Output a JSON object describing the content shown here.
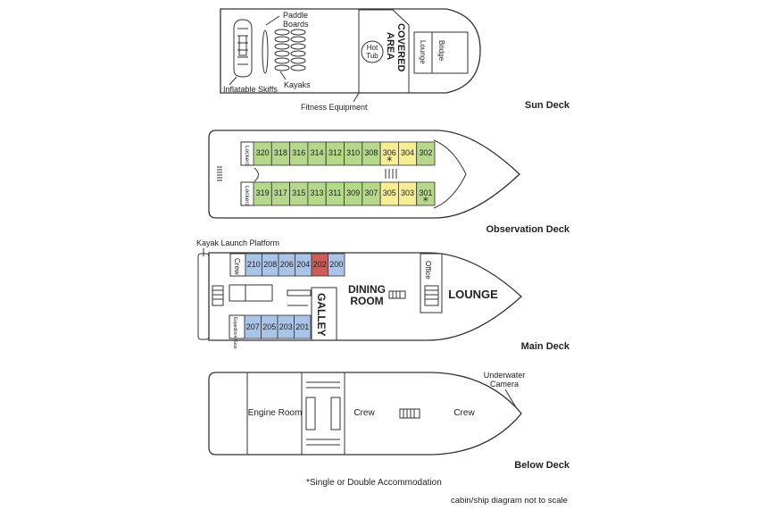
{
  "colors": {
    "green": "#b5d88b",
    "yellow": "#f7ee94",
    "blue": "#a9c4e6",
    "red": "#d05a56",
    "outline": "#333333"
  },
  "sun_deck": {
    "title": "Sun Deck",
    "paddle_boards_line1": "Paddle",
    "paddle_boards_line2": "Boards",
    "inflatable_skiffs": "Inflatable Skiffs",
    "kayaks": "Kayaks",
    "fitness_equipment": "Fitness Equipment",
    "hot_tub_line1": "Hot",
    "hot_tub_line2": "Tub",
    "covered_line1": "COVERED",
    "covered_line2": "AREA",
    "lounge": "Lounge",
    "bridge": "Bridge"
  },
  "observation_deck": {
    "title": "Observation Deck",
    "lockers": "Lockers",
    "top_cabins": [
      {
        "num": "320",
        "color": "green",
        "star": false
      },
      {
        "num": "318",
        "color": "green",
        "star": false
      },
      {
        "num": "316",
        "color": "green",
        "star": false
      },
      {
        "num": "314",
        "color": "green",
        "star": false
      },
      {
        "num": "312",
        "color": "green",
        "star": false
      },
      {
        "num": "310",
        "color": "green",
        "star": false
      },
      {
        "num": "308",
        "color": "green",
        "star": false
      },
      {
        "num": "306",
        "color": "yellow",
        "star": true
      },
      {
        "num": "304",
        "color": "yellow",
        "star": false
      },
      {
        "num": "302",
        "color": "green",
        "star": false
      }
    ],
    "bottom_cabins": [
      {
        "num": "319",
        "color": "green",
        "star": false
      },
      {
        "num": "317",
        "color": "green",
        "star": false
      },
      {
        "num": "315",
        "color": "green",
        "star": false
      },
      {
        "num": "313",
        "color": "green",
        "star": false
      },
      {
        "num": "311",
        "color": "green",
        "star": false
      },
      {
        "num": "309",
        "color": "green",
        "star": false
      },
      {
        "num": "307",
        "color": "green",
        "star": false
      },
      {
        "num": "305",
        "color": "yellow",
        "star": false
      },
      {
        "num": "303",
        "color": "yellow",
        "star": false
      },
      {
        "num": "301",
        "color": "green",
        "star": true
      }
    ]
  },
  "main_deck": {
    "title": "Main Deck",
    "kayak_launch": "Kayak Launch Platform",
    "crew": "Crew",
    "expedition_gear": "Expedition Gear",
    "top_cabins": [
      {
        "num": "210",
        "color": "blue"
      },
      {
        "num": "208",
        "color": "blue"
      },
      {
        "num": "206",
        "color": "blue"
      },
      {
        "num": "204",
        "color": "blue"
      },
      {
        "num": "202",
        "color": "red"
      },
      {
        "num": "200",
        "color": "blue"
      }
    ],
    "bottom_cabins": [
      {
        "num": "207",
        "color": "blue"
      },
      {
        "num": "205",
        "color": "blue"
      },
      {
        "num": "203",
        "color": "blue"
      },
      {
        "num": "201",
        "color": "blue"
      }
    ],
    "galley": "GALLEY",
    "dining_line1": "DINING",
    "dining_line2": "ROOM",
    "office": "Office",
    "lounge": "LOUNGE"
  },
  "below_deck": {
    "title": "Below Deck",
    "engine_room": "Engine Room",
    "crew_left": "Crew",
    "crew_right": "Crew",
    "underwater_line1": "Underwater",
    "underwater_line2": "Camera"
  },
  "footnote": "*Single or Double Accommodation",
  "scale_note": "cabin/ship diagram not to scale"
}
